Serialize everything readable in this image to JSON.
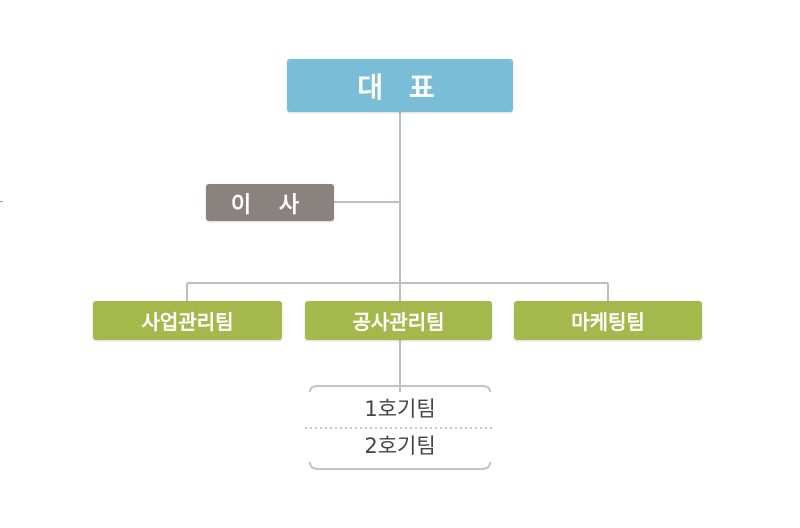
{
  "org_chart": {
    "ceo": {
      "label": "대 표"
    },
    "director": {
      "label": "이 사"
    },
    "teams": [
      {
        "label": "사업관리팀"
      },
      {
        "label": "공사관리팀"
      },
      {
        "label": "마케팅팀"
      }
    ],
    "sub_teams": [
      {
        "label": "1호기팀"
      },
      {
        "label": "2호기팀"
      }
    ]
  },
  "colors": {
    "ceo": "#7abdd6",
    "director": "#8a827e",
    "team": "#a4b84c",
    "connector": "#b8c1c9",
    "sub_outline": "#c4c4c4"
  }
}
